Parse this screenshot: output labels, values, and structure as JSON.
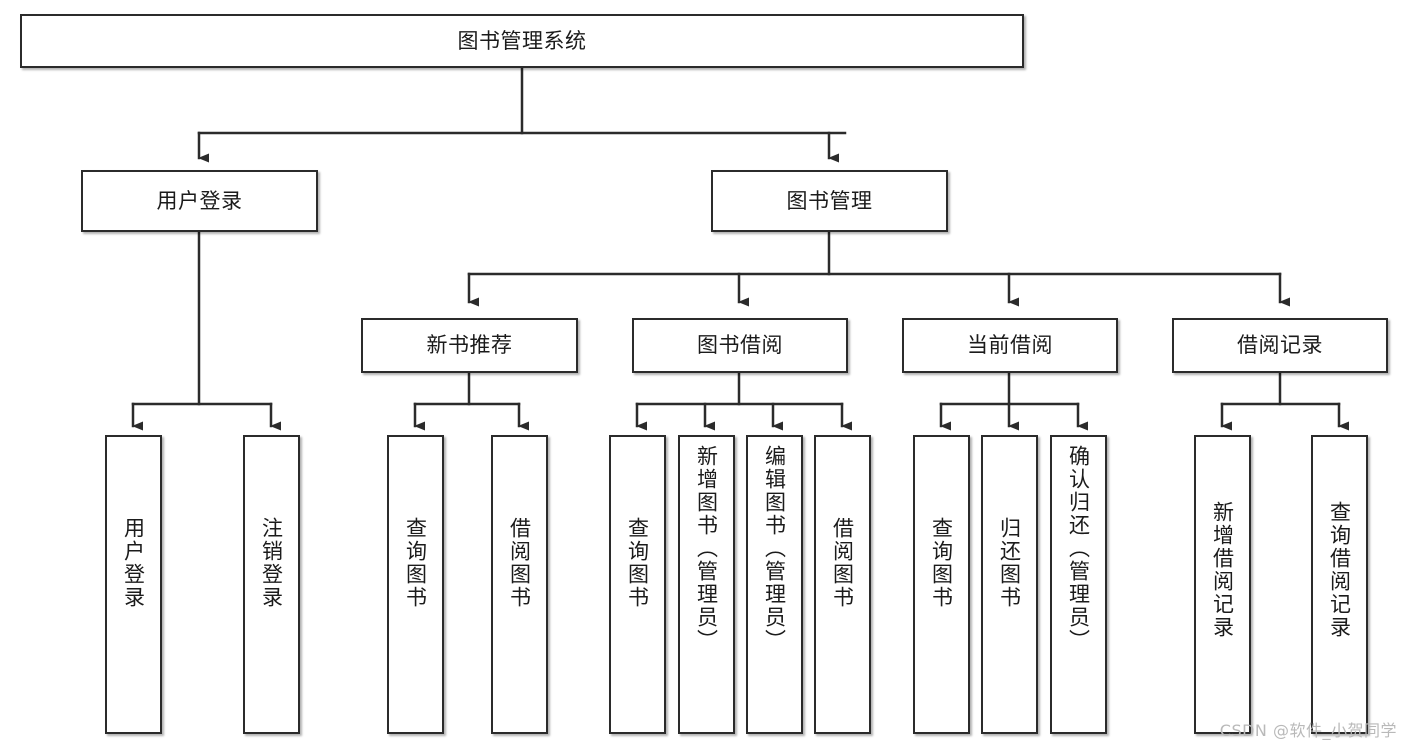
{
  "diagram": {
    "title": "图书管理系统",
    "type": "tree-hierarchy-diagram",
    "watermark": "CSDN @软件_小贺同学",
    "colors": {
      "box_border": "#2b2b2b",
      "box_fill": "#ffffff",
      "edge": "#2b2b2b",
      "text": "#1b1b1b",
      "watermark": "#b9b9b9",
      "background": "#ffffff"
    },
    "root": {
      "label": "图书管理系统"
    },
    "level2": [
      {
        "label": "用户登录"
      },
      {
        "label": "图书管理"
      }
    ],
    "level3": [
      {
        "label": "新书推荐"
      },
      {
        "label": "图书借阅"
      },
      {
        "label": "当前借阅"
      },
      {
        "label": "借阅记录"
      }
    ],
    "leaves": {
      "user_login": [
        {
          "label": "用户登录"
        },
        {
          "label": "注销登录"
        }
      ],
      "new_book_recommend": [
        {
          "label": "查询图书"
        },
        {
          "label": "借阅图书"
        }
      ],
      "book_borrow": [
        {
          "label": "查询图书"
        },
        {
          "label": "新增图书（管理员）"
        },
        {
          "label": "编辑图书（管理员）"
        },
        {
          "label": "借阅图书"
        }
      ],
      "current_borrow": [
        {
          "label": "查询图书"
        },
        {
          "label": "归还图书"
        },
        {
          "label": "确认归还（管理员）"
        }
      ],
      "borrow_record": [
        {
          "label": "新增借阅记录"
        },
        {
          "label": "查询借阅记录"
        }
      ]
    }
  }
}
